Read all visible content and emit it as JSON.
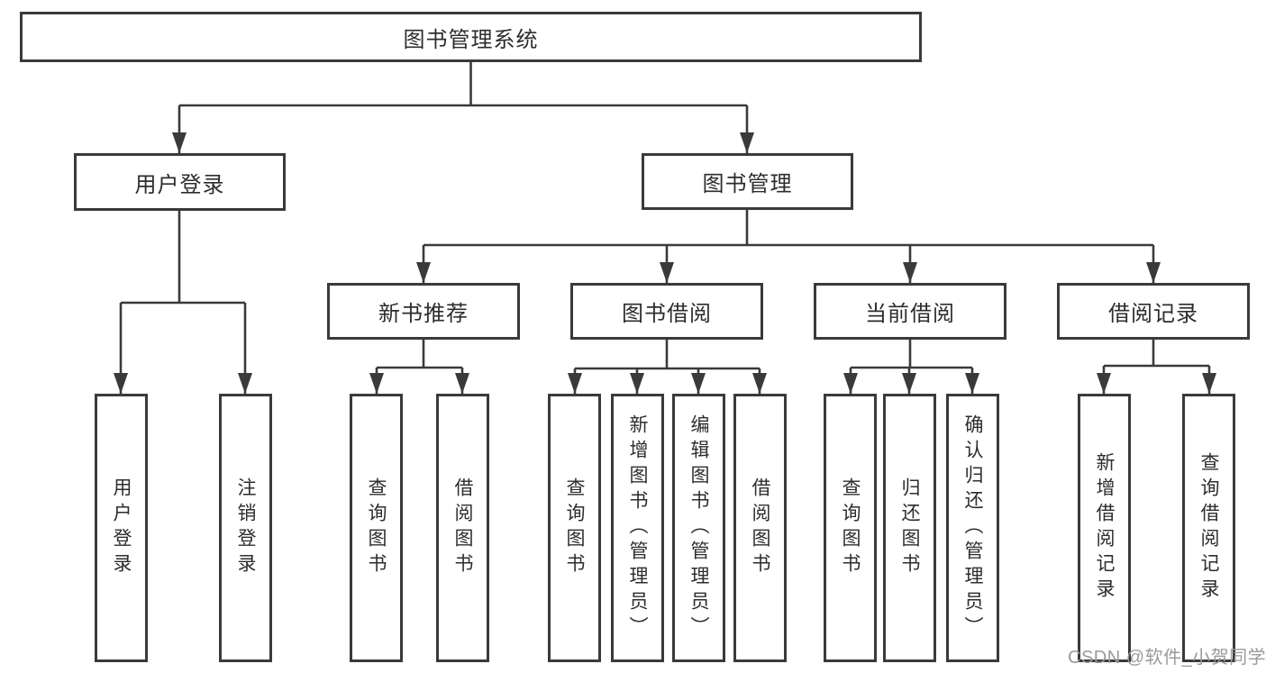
{
  "colors": {
    "line": "#3a3a3a",
    "box_border": "#3a3a3a",
    "box_background": "#ffffff",
    "text": "#2d2d2d",
    "watermark": "#9a9a9a",
    "page_background": "#ffffff"
  },
  "nodes": {
    "root": {
      "label": "图书管理系统"
    },
    "level2": [
      {
        "label": "用户登录"
      },
      {
        "label": "图书管理"
      }
    ],
    "level3": [
      {
        "label": "新书推荐"
      },
      {
        "label": "图书借阅"
      },
      {
        "label": "当前借阅"
      },
      {
        "label": "借阅记录"
      }
    ],
    "leaves": [
      {
        "label": "用户登录"
      },
      {
        "label": "注销登录"
      },
      {
        "label": "查询图书"
      },
      {
        "label": "借阅图书"
      },
      {
        "label": "查询图书"
      },
      {
        "label": "新增图书（管理员）"
      },
      {
        "label": "编辑图书（管理员）"
      },
      {
        "label": "借阅图书"
      },
      {
        "label": "查询图书"
      },
      {
        "label": "归还图书"
      },
      {
        "label": "确认归还（管理员）"
      },
      {
        "label": "新增借阅记录"
      },
      {
        "label": "查询借阅记录"
      }
    ]
  },
  "watermark": {
    "text": "CSDN @软件_小贺同学"
  }
}
